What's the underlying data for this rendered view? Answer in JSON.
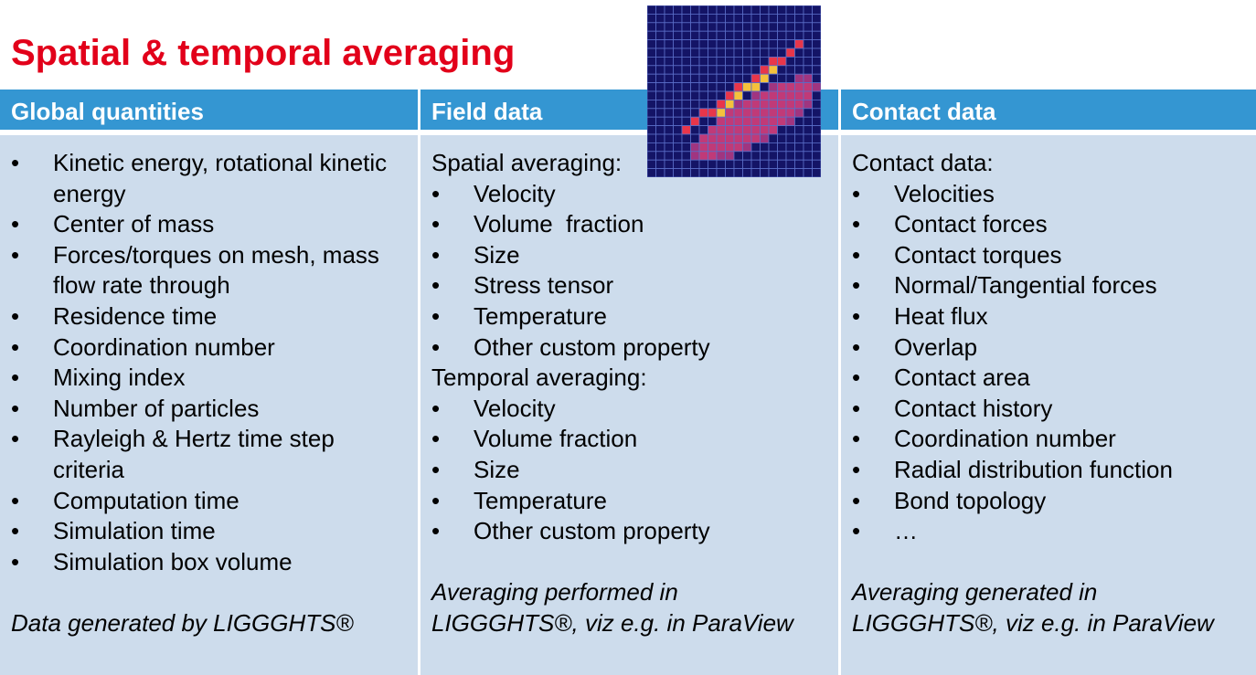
{
  "title": "Spatial & temporal averaging",
  "bullet": "•",
  "columns": {
    "global": {
      "header": "Global quantities",
      "items": [
        "Kinetic energy, rotational kinetic energy",
        "Center of mass",
        "Forces/torques on mesh, mass flow rate through",
        "Residence time",
        "Coordination number",
        "Mixing index",
        "Number of particles",
        "Rayleigh & Hertz time step criteria",
        "Computation time",
        "Simulation time",
        "Simulation box volume"
      ],
      "note": "Data generated by LIGGGHTS®"
    },
    "field": {
      "header": "Field data",
      "spatial_label": "Spatial averaging:",
      "spatial_items": [
        "Velocity",
        "Volume  fraction",
        "Size",
        "Stress tensor",
        "Temperature",
        "Other custom property"
      ],
      "temporal_label": "Temporal averaging:",
      "temporal_items": [
        "Velocity",
        "Volume fraction",
        "Size",
        "Temperature",
        "Other custom property"
      ],
      "note_line1": "Averaging performed in",
      "note_line2": "LIGGGHTS®, viz e.g. in ParaView"
    },
    "contact": {
      "header": "Contact data",
      "label": "Contact data:",
      "items": [
        "Velocities",
        "Contact forces",
        "Contact torques",
        "Normal/Tangential forces",
        "Heat flux",
        "Overlap",
        "Contact area",
        "Contact history",
        "Coordination number",
        "Radial distribution function",
        "Bond topology",
        "…"
      ],
      "note_line1": "Averaging generated in",
      "note_line2": "LIGGGHTS®, viz e.g. in ParaView"
    }
  },
  "heatmap_colors": {
    "background": "#141466",
    "band": "#c03a78",
    "band_edge": "#a03580",
    "hot": "#e8364a",
    "peak": "#f5c13c",
    "grid_line": "#5a6ec8"
  }
}
